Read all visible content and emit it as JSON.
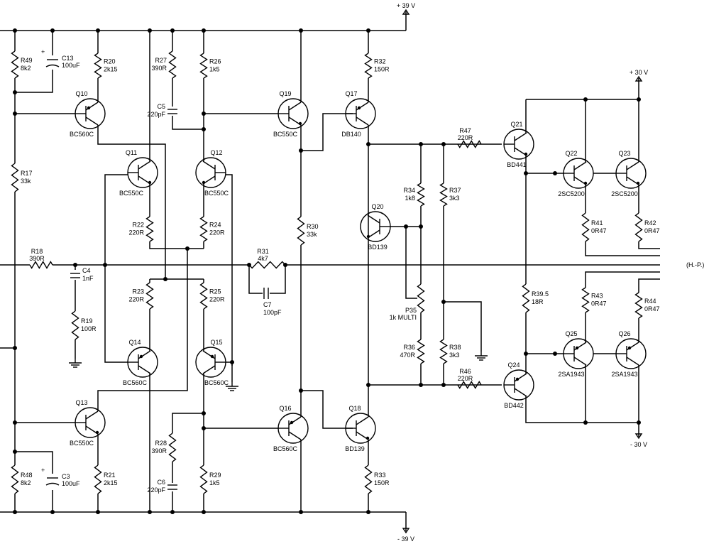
{
  "rails": [
    {
      "key": "v39p",
      "text": "+ 39 V"
    },
    {
      "key": "v39n",
      "text": "- 39 V"
    },
    {
      "key": "v30p",
      "text": "+ 30 V"
    },
    {
      "key": "v30n",
      "text": "- 30 V"
    }
  ],
  "output_label": "(H.-P.)",
  "resistors": [
    {
      "key": "R49",
      "name": "R49",
      "value": "8k2"
    },
    {
      "key": "R20",
      "name": "R20",
      "value": "2k15"
    },
    {
      "key": "R27",
      "name": "R27",
      "value": "390R"
    },
    {
      "key": "R26",
      "name": "R26",
      "value": "1k5"
    },
    {
      "key": "R32",
      "name": "R32",
      "value": "150R"
    },
    {
      "key": "R17",
      "name": "R17",
      "value": "33k"
    },
    {
      "key": "R18",
      "name": "R18",
      "value": "390R"
    },
    {
      "key": "R19",
      "name": "R19",
      "value": "100R"
    },
    {
      "key": "R22",
      "name": "R22",
      "value": "220R"
    },
    {
      "key": "R24",
      "name": "R24",
      "value": "220R"
    },
    {
      "key": "R23",
      "name": "R23",
      "value": "220R"
    },
    {
      "key": "R25",
      "name": "R25",
      "value": "220R"
    },
    {
      "key": "R31",
      "name": "R31",
      "value": "4k7"
    },
    {
      "key": "R30",
      "name": "R30",
      "value": "33k"
    },
    {
      "key": "R34",
      "name": "R34",
      "value": "1k8"
    },
    {
      "key": "R37",
      "name": "R37",
      "value": "3k3"
    },
    {
      "key": "R36",
      "name": "R36",
      "value": "470R"
    },
    {
      "key": "R38",
      "name": "R38",
      "value": "3k3"
    },
    {
      "key": "R47",
      "name": "R47",
      "value": "220R"
    },
    {
      "key": "R46",
      "name": "R46",
      "value": "220R"
    },
    {
      "key": "R39",
      "name": "R39.5",
      "value": "18R"
    },
    {
      "key": "R41",
      "name": "R41",
      "value": "0R47"
    },
    {
      "key": "R42",
      "name": "R42",
      "value": "0R47"
    },
    {
      "key": "R43",
      "name": "R43",
      "value": "0R47"
    },
    {
      "key": "R44",
      "name": "R44",
      "value": "0R47"
    },
    {
      "key": "R48",
      "name": "R48",
      "value": "8k2"
    },
    {
      "key": "R21",
      "name": "R21",
      "value": "2k15"
    },
    {
      "key": "R28",
      "name": "R28",
      "value": "390R"
    },
    {
      "key": "R29",
      "name": "R29",
      "value": "1k5"
    },
    {
      "key": "R33",
      "name": "R33",
      "value": "150R"
    }
  ],
  "potentiometer": {
    "name": "P35",
    "value": "1k MULTI"
  },
  "capacitors": [
    {
      "key": "C13",
      "name": "C13",
      "value": "100uF"
    },
    {
      "key": "C5",
      "name": "C5",
      "value": "220pF"
    },
    {
      "key": "C4",
      "name": "C4",
      "value": "1nF"
    },
    {
      "key": "C7",
      "name": "C7",
      "value": "100pF"
    },
    {
      "key": "C3",
      "name": "C3",
      "value": "100uF"
    },
    {
      "key": "C6",
      "name": "C6",
      "value": "220pF"
    }
  ],
  "transistors": [
    {
      "key": "Q10",
      "name": "Q10",
      "type": "BC560C"
    },
    {
      "key": "Q11",
      "name": "Q11",
      "type": "BC550C"
    },
    {
      "key": "Q12",
      "name": "Q12",
      "type": "BC550C"
    },
    {
      "key": "Q14",
      "name": "Q14",
      "type": "BC560C"
    },
    {
      "key": "Q15",
      "name": "Q15",
      "type": "BC560C"
    },
    {
      "key": "Q13",
      "name": "Q13",
      "type": "BC550C"
    },
    {
      "key": "Q19",
      "name": "Q19",
      "type": "BC550C"
    },
    {
      "key": "Q16",
      "name": "Q16",
      "type": "BC560C"
    },
    {
      "key": "Q17",
      "name": "Q17",
      "type": "DB140"
    },
    {
      "key": "Q18",
      "name": "Q18",
      "type": "BD139"
    },
    {
      "key": "Q20",
      "name": "Q20",
      "type": "BD139"
    },
    {
      "key": "Q21",
      "name": "Q21",
      "type": "BD441"
    },
    {
      "key": "Q24",
      "name": "Q24",
      "type": "BD442"
    },
    {
      "key": "Q22",
      "name": "Q22",
      "type": "2SC5200"
    },
    {
      "key": "Q23",
      "name": "Q23",
      "type": "2SC5200"
    },
    {
      "key": "Q25",
      "name": "Q25",
      "type": "2SA1943"
    },
    {
      "key": "Q26",
      "name": "Q26",
      "type": "2SA1943"
    }
  ]
}
